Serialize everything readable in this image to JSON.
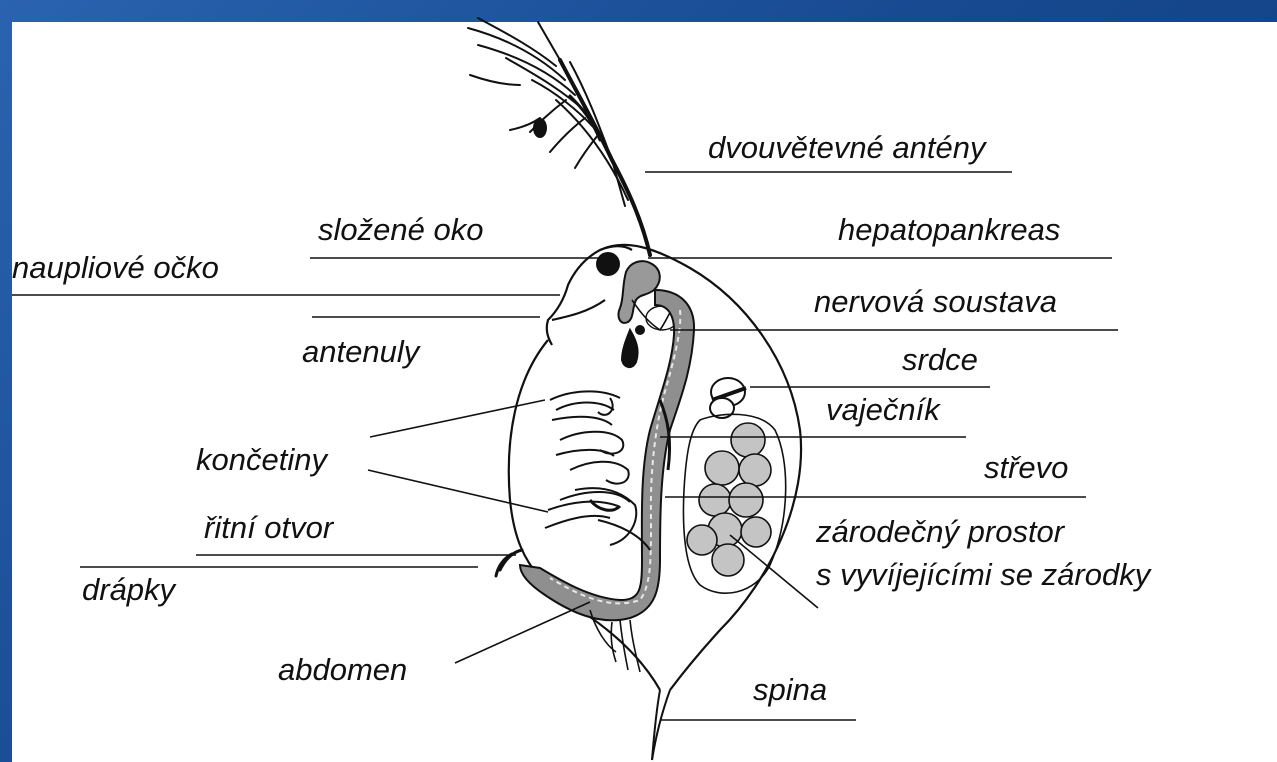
{
  "labels": {
    "dvouvetevne_anteny": "dvouvětevné antény",
    "slozene_oko": "složené oko",
    "hepatopankreas": "hepatopankreas",
    "naupliove_ocko": "naupliové očko",
    "nervova_soustava": "nervová soustava",
    "antenuly": "antenuly",
    "srdce": "srdce",
    "vajecnik": "vaječník",
    "koncetiny": "končetiny",
    "strevo": "střevo",
    "zarodecny_prostor_1": "zárodečný prostor",
    "zarodecny_prostor_2": "s vyvíjejícími se zárodky",
    "ritni_otvor": "řitní otvor",
    "drapky": "drápky",
    "abdomen": "abdomen",
    "spina": "spina"
  },
  "colors": {
    "background": "#1d4f96",
    "panel": "#ffffff",
    "ink": "#111111",
    "gut_fill": "#8f8f8f",
    "egg_fill": "#c4c4c4"
  }
}
